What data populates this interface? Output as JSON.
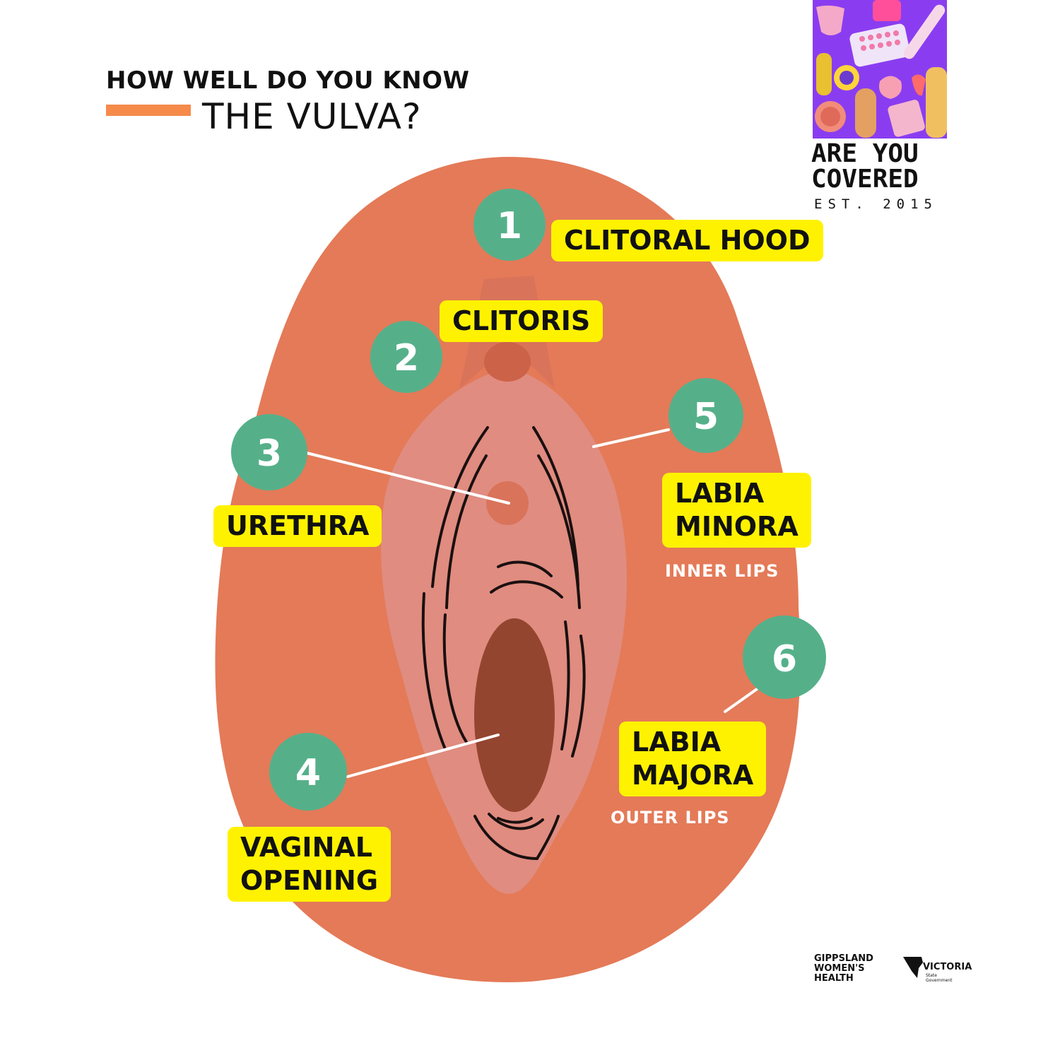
{
  "title": {
    "line1": "HOW WELL DO YOU KNOW",
    "line2": "THE VULVA?"
  },
  "brand": {
    "line1": "ARE YOU",
    "line2": "COVERED",
    "est": "EST. 2015"
  },
  "parts": [
    {
      "number": "1",
      "name": "CLITORAL HOOD"
    },
    {
      "number": "2",
      "name": "CLITORIS"
    },
    {
      "number": "3",
      "name": "URETHRA"
    },
    {
      "number": "4",
      "name_line1": "VAGINAL",
      "name_line2": "OPENING"
    },
    {
      "number": "5",
      "name_line1": "LABIA",
      "name_line2": "MINORA",
      "subtitle": "INNER LIPS"
    },
    {
      "number": "6",
      "name_line1": "LABIA",
      "name_line2": "MAJORA",
      "subtitle": "OUTER LIPS"
    }
  ],
  "footer": {
    "org_line1": "GIPPSLAND",
    "org_line2": "WOMEN'S",
    "org_line3": "HEALTH",
    "gov_word": "VICTORIA",
    "gov_sub1": "State",
    "gov_sub2": "Government"
  },
  "colors": {
    "outer": "#e47a58",
    "inner": "#e08c80",
    "hood": "#d9735a",
    "clitoris": "#cc6248",
    "opening": "#94452f",
    "circle": "#55b08a",
    "label": "#fff200",
    "accent": "#f58a4b"
  }
}
